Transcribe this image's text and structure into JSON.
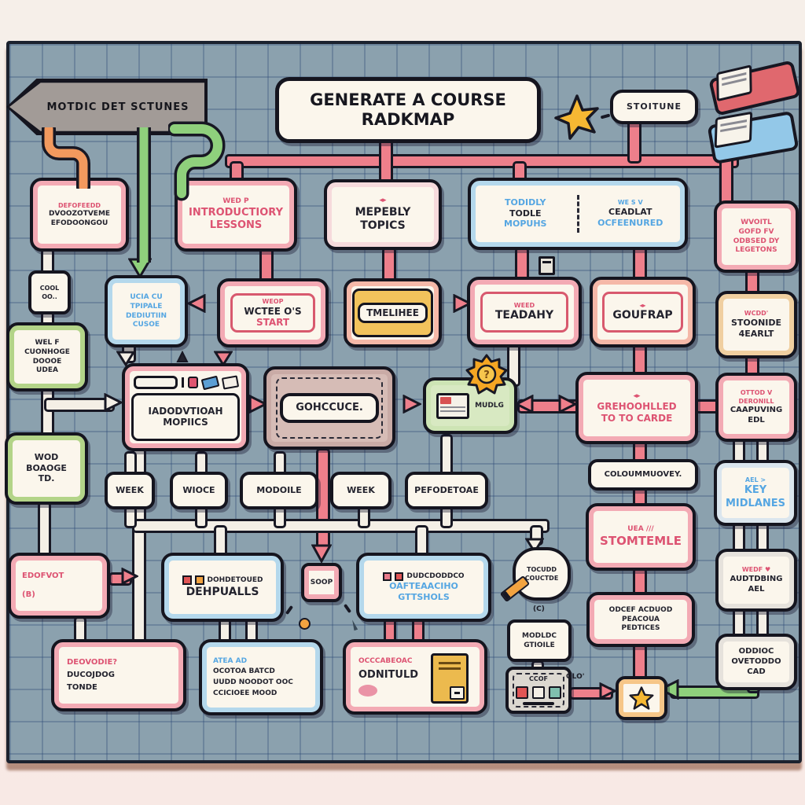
{
  "page": {
    "sign": "MOTDIC  DET SCTUNES",
    "title": "GENERATE A COURSE RADKMAP",
    "stoitune": "STOITUNE",
    "olo_label": "OLO'",
    "c_label": "(C)"
  },
  "icons": {
    "top_star": "gold-star-icon",
    "bottom_star": "gold-star-icon",
    "red_flag": "red-bookmark-flag-icon",
    "blue_flag": "blue-bookmark-flag-icon",
    "badge": "orange-award-seal-icon",
    "book": "striped-book-icon",
    "pencil": "orange-pencil-icon",
    "yellow_book": "yellow-booklet-icon",
    "keyboard": "mini-keyboard-icon",
    "toolbar": "drawing-toolbar-icon",
    "weekly_glyph": "◂▸",
    "goufrap_glyph": "◂▸",
    "grehoohlled_glyph": "◂▸"
  },
  "nodes": {
    "defoteed": {
      "h": "DEFOFEEDD",
      "l1": "DVOOZOTVEME",
      "l2": "EFODOONGOU"
    },
    "intro_lessons": {
      "h": "WED P",
      "l1": "INTRODUCTIORY",
      "l2": "LESSONS"
    },
    "weekly_topics": {
      "l1": "MEPEBLY",
      "l2": "TOPICS"
    },
    "topidly": {
      "l1": "TODIDLY",
      "l2": "TODLE",
      "l3": "MOPUHS"
    },
    "ceadlat": {
      "h": "WE S V",
      "l1": "CEADLAT",
      "l2": "OCFEENURED"
    },
    "woitl": {
      "l1": "WVOITL",
      "l2": "GOFD FV",
      "l3": "ODBSED DY",
      "l4": "LEGETONS"
    },
    "cool": {
      "l1": "COOL",
      "l2": "OO.."
    },
    "ucia": {
      "l1": "UCIA CU",
      "l2": "TPIPALE",
      "l3": "DEDIUTIIN",
      "l4": "CUSOE"
    },
    "start": {
      "h": "WEOP",
      "l1": "WCTEE O'S",
      "l2": "START"
    },
    "timeline": {
      "l1": "TMELIHEE"
    },
    "teadahy": {
      "h": "WEED",
      "l1": "TEADAHY"
    },
    "goufrap": {
      "l1": "GOUFRAP"
    },
    "stoonide": {
      "h": "WCDD'",
      "l1": "STOONIDE",
      "l2": "4EARLT"
    },
    "green1": {
      "h": "WEL F",
      "l1": "CUONHOGE",
      "l2": "DOOOE",
      "l3": "UDEA"
    },
    "green2": {
      "l1": "WOD",
      "l2": "BOAOGE",
      "l3": "TD."
    },
    "intro_topics": {
      "l1": "IADODVTIOAH",
      "l2": "MOPIICS"
    },
    "gohccuce": {
      "l1": "GOHCCUCE."
    },
    "mudlg": {
      "l1": "MUDLG"
    },
    "grehoohlled": {
      "l1": "GREHOOHLLED",
      "l2": "TO TO CARDE"
    },
    "caapuving": {
      "h1": "OTTOD V",
      "h2": "DERONILL",
      "l1": "CAAPUVING",
      "l2": "EDL"
    },
    "pills": [
      "WEEK",
      "WIOCE",
      "MODOILE",
      "WEEK",
      "PEFODETOAE"
    ],
    "coloummuovey": {
      "l1": "COLOUMMUOVEY."
    },
    "key": {
      "h": "AEL >",
      "l1": "KEY",
      "l2": "MIDLANES"
    },
    "stomtemle": {
      "h": "UEA ///",
      "l1": "STOMTEMLE"
    },
    "edofvot": {
      "h": "EDOFVOT",
      "l1": "(B)"
    },
    "dehpualls": {
      "h": "DOHDETOUED",
      "l1": "DEHPUALLS"
    },
    "soop": {
      "l1": "SOOP"
    },
    "gttshols": {
      "h": "DUDCDODDCO",
      "l1": "OAFTEAACIHO",
      "l2": "GTTSHOLS"
    },
    "bubble": {
      "l1": "TOCUDD",
      "l2": "COUCTDE"
    },
    "audtdbing": {
      "h": "WEDF ♥",
      "l1": "AUDTDBING",
      "l2": "AEL"
    },
    "deovodie": {
      "h": "DEOVODIE?",
      "l1": "DUCOJDOG",
      "l2": "TONDE"
    },
    "atea": {
      "h": "ATEA AD",
      "l1": "OCOTOA BATCD",
      "l2": "UUDD NOODOT OOC",
      "l3": "CCICIOEE MOOD"
    },
    "odnituld": {
      "h": "OCCCABEOAC",
      "l1": "ODNITULD"
    },
    "modldc": {
      "l1": "MODLDC",
      "l2": "GTIOILE"
    },
    "keyboard": {
      "l1": "CCOF"
    },
    "odcef": {
      "l1": "ODCEF ACDUOD",
      "l2": "PEACOUA",
      "l3": "PEDTICES"
    },
    "ovetoddo": {
      "l1": "ODDIOC",
      "l2": "OVETODDO",
      "l3": "CAD"
    }
  },
  "colors": {
    "board": "#8ba1ae",
    "pink_ring": "#f3aab4",
    "blue_ring": "#b4d8ec",
    "green_ring": "#b3d488",
    "mauve_ring": "#c9aba6",
    "tan_ring": "#f0cfa0",
    "yellow": "#f2c35c",
    "red_line": "#ee7f8b",
    "white_line": "#f4efe6",
    "green_line": "#8fd07c",
    "orange_line": "#f2995e",
    "pink_text": "#dd5372",
    "blue_text": "#55a6e2",
    "ink": "#23232e",
    "gold": "#f6b833"
  }
}
